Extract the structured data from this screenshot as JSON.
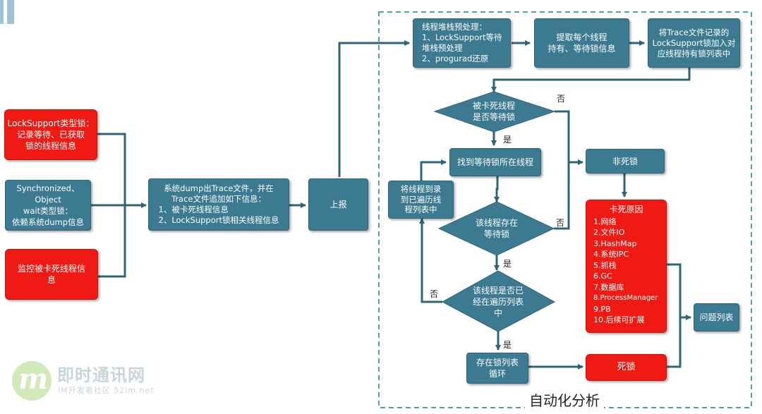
{
  "left_nodes": {
    "locksupport": [
      "LockSupport类型锁：",
      "记录等待、已获取",
      "锁的线程信息"
    ],
    "synchronized": [
      "Synchronized、Object",
      "wait类型锁：",
      "依赖系统dump信息"
    ],
    "monitor": [
      "监控被卡死线程信",
      "息"
    ]
  },
  "dump_node": [
    "系统dump出Trace文件，并在",
    "Trace文件追加如下信息：",
    "1、被卡死线程信息",
    "2、LockSupport锁相关线程信息"
  ],
  "report_node": "上报",
  "region_title": "自动化分析",
  "top_nodes": {
    "preprocess": [
      "线程堆栈预处理：",
      "1、LockSupport等待",
      "堆栈预处理",
      "2、progurad还原"
    ],
    "extract": [
      "提取每个线程",
      "持有、等待锁信息"
    ],
    "add_locks": [
      "将Trace文件记录的",
      "LockSupport锁加入对",
      "应线程持有锁列表中"
    ]
  },
  "decisions": {
    "d1": [
      "被卡死线程",
      "是否等待锁"
    ],
    "d2": [
      "该线程存在",
      "等待锁"
    ],
    "d3": [
      "该线程是否已",
      "经在遍历列表",
      "中"
    ]
  },
  "nodes": {
    "find_thread": "找到等待锁所在线程",
    "record_thread": [
      "将线程到录",
      "到已遍历线",
      "程列表中"
    ],
    "cycle": [
      "存在锁列表",
      "循环"
    ],
    "not_deadlock": "非死锁",
    "deadlock": "死锁",
    "problem_list": "问题列表"
  },
  "causes": {
    "title": "卡死原因",
    "items": [
      "1.网络",
      "2.文件IO",
      "3.HashMap",
      "4.系统IPC",
      "5.抓栈",
      "6.GC",
      "7.数据库",
      "8.ProcessManager",
      "9.PB",
      "10.后续可扩展"
    ]
  },
  "edge_labels": {
    "yes": "是",
    "no": "否"
  },
  "watermark": {
    "logo": "m",
    "title": "即时通讯网",
    "subtitle": "IM开发者社区 52im.net"
  },
  "colors": {
    "blue_node": "#3c7a92",
    "red_node": "#f01a14",
    "connector": "#2f6478",
    "region_border": "#4ea39b"
  }
}
